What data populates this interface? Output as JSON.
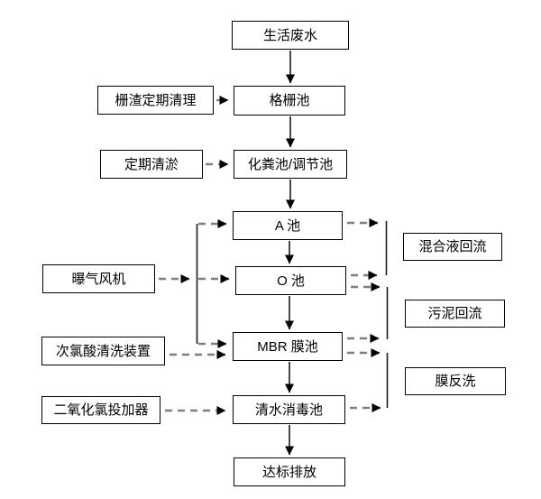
{
  "colors": {
    "page_bg": "#ffffff",
    "box_bg": "#ffffff",
    "box_border": "#000000",
    "text": "#000000",
    "main_arrow": "#1a1a1a",
    "side_arrow": "#7f7f7f",
    "arrowhead": "#000000"
  },
  "nodes": {
    "wastewater": {
      "label": "生活废水"
    },
    "grid_cleaning": {
      "label": "栅渣定期清理"
    },
    "grid_pool": {
      "label": "格栅池"
    },
    "dredging": {
      "label": "定期清淤"
    },
    "septic_tank": {
      "label": "化粪池/调节池"
    },
    "pool_a": {
      "label": "A 池"
    },
    "aeration_fan": {
      "label": "曝气风机"
    },
    "pool_o": {
      "label": "O 池"
    },
    "hypochlorite_wash": {
      "label": "次氯酸清洗装置"
    },
    "mbr": {
      "label": "MBR 膜池"
    },
    "chlorine_doser": {
      "label": "二氧化氯投加器"
    },
    "disinfection": {
      "label": "清水消毒池"
    },
    "discharge": {
      "label": "达标排放"
    },
    "mixed_liquor_return": {
      "label": "混合液回流"
    },
    "sludge_return": {
      "label": "污泥回流"
    },
    "membrane_backwash": {
      "label": "膜反洗"
    }
  },
  "edges": [
    {
      "from": "生活废水",
      "to": "格栅池",
      "style": "solid"
    },
    {
      "from": "格栅池",
      "to": "化粪池/调节池",
      "style": "solid"
    },
    {
      "from": "化粪池/调节池",
      "to": "A 池",
      "style": "solid"
    },
    {
      "from": "A 池",
      "to": "O 池",
      "style": "solid"
    },
    {
      "from": "O 池",
      "to": "MBR 膜池",
      "style": "solid"
    },
    {
      "from": "MBR 膜池",
      "to": "清水消毒池",
      "style": "solid"
    },
    {
      "from": "清水消毒池",
      "to": "达标排放",
      "style": "solid"
    },
    {
      "from": "栅渣定期清理",
      "to": "格栅池",
      "style": "dashed"
    },
    {
      "from": "定期清淤",
      "to": "化粪池/调节池",
      "style": "dashed"
    },
    {
      "from": "曝气风机",
      "to": "A 池",
      "style": "dashed"
    },
    {
      "from": "曝气风机",
      "to": "O 池",
      "style": "dashed"
    },
    {
      "from": "曝气风机",
      "to": "MBR 膜池",
      "style": "dashed"
    },
    {
      "from": "次氯酸清洗装置",
      "to": "MBR 膜池",
      "style": "dashed"
    },
    {
      "from": "二氧化氯投加器",
      "to": "清水消毒池",
      "style": "dashed"
    },
    {
      "from": "A 池",
      "to": "混合液回流",
      "style": "dashed"
    },
    {
      "from": "O 池",
      "to": "混合液回流",
      "style": "dashed"
    },
    {
      "from": "O 池",
      "to": "污泥回流",
      "style": "dashed"
    },
    {
      "from": "MBR 膜池",
      "to": "污泥回流",
      "style": "dashed"
    },
    {
      "from": "MBR 膜池",
      "to": "膜反洗",
      "style": "dashed"
    },
    {
      "from": "清水消毒池",
      "to": "膜反洗",
      "style": "dashed"
    }
  ]
}
